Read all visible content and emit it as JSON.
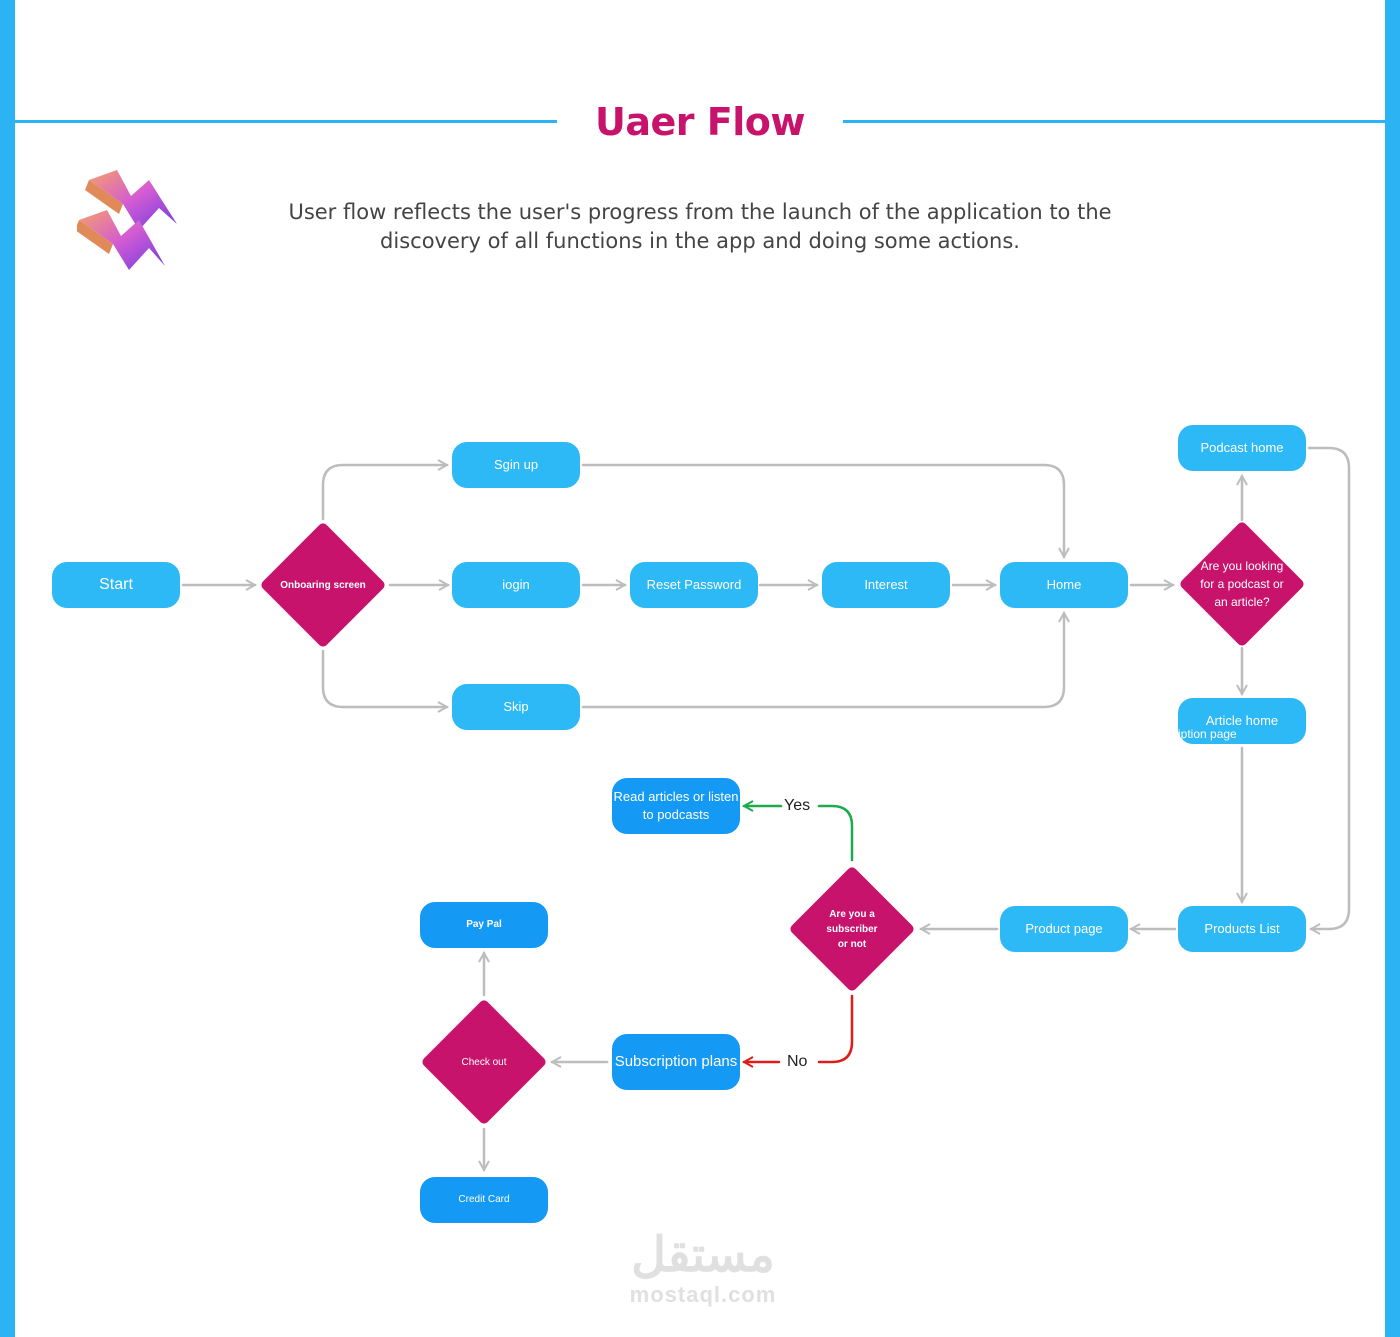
{
  "header": {
    "title": "Uaer Flow",
    "subtitle": "User flow reflects the user's progress from the launch of the application to the discovery of all functions in the app and doing some actions."
  },
  "nodes": {
    "start": "Start",
    "onboarding": "Onboaring screen",
    "signup": "Sgin up",
    "login": "iogin",
    "skip": "Skip",
    "reset_password": "Reset Password",
    "interest": "Interest",
    "home": "Home",
    "decision_type": "Are you looking for a podcast or an article?",
    "podcast_home": "Podcast home",
    "article_home": "Article home",
    "article_home_overflow": "iption page",
    "products_list": "Products List",
    "product_page": "Product page",
    "decision_subscriber": "Are you a subscriber or not",
    "read_articles": "Read articles or listen to podcasts",
    "subscription_plans": "Subscription plans",
    "checkout": "Check out",
    "paypal": "Pay Pal",
    "credit_card": "Credit Card"
  },
  "edge_labels": {
    "yes": "Yes",
    "no": "No"
  },
  "colors": {
    "border": "#2bb3f3",
    "title": "#c8136c",
    "node": "#2db8f6",
    "node_dark": "#1499f4",
    "decision": "#c8136c",
    "arrow": "#bdbdbd",
    "yes_arrow": "#1faa4f",
    "no_arrow": "#e01b1b"
  },
  "watermark": {
    "arabic": "مستقل",
    "latin": "mostaql.com"
  }
}
